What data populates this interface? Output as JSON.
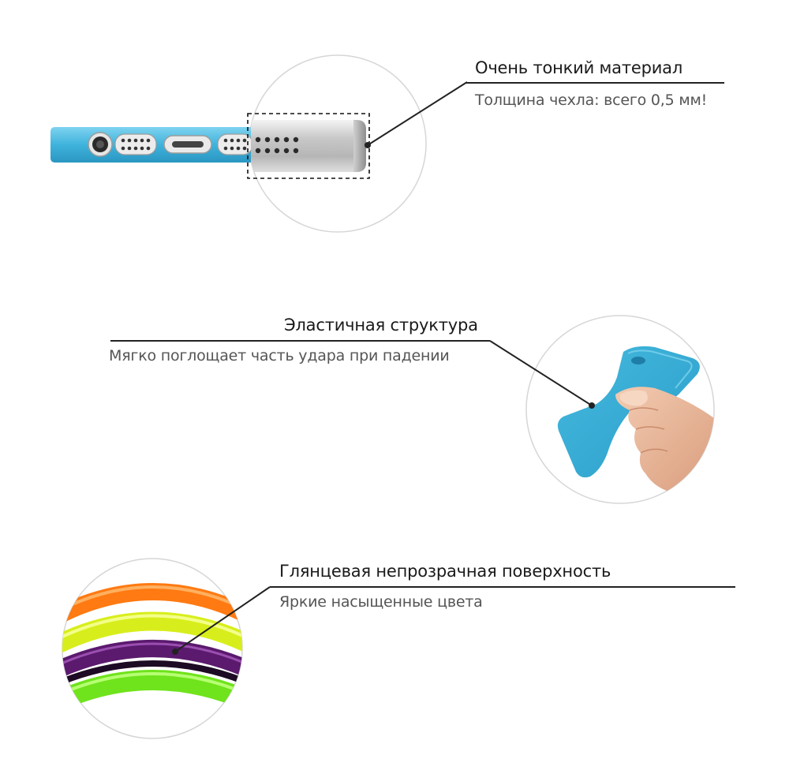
{
  "features": [
    {
      "title": "Очень тонкий материал",
      "description": "Толщина чехла: всего 0,5 мм!",
      "image": "phone-bottom-edge-closeup"
    },
    {
      "title": "Эластичная структура",
      "description": "Мягко поглощает часть удара при падении",
      "image": "hand-bending-case"
    },
    {
      "title": "Глянцевая непрозрачная поверхность",
      "description": "Яркие насыщенные цвета",
      "image": "colorful-rings-closeup"
    }
  ],
  "colors": {
    "case_blue": "#3fb3dc",
    "accent_line": "#222222",
    "ring_orange": "#ff7a12",
    "ring_yellow": "#d8ee1c",
    "ring_purple": "#5b1a6e",
    "ring_green": "#6fe31c"
  }
}
